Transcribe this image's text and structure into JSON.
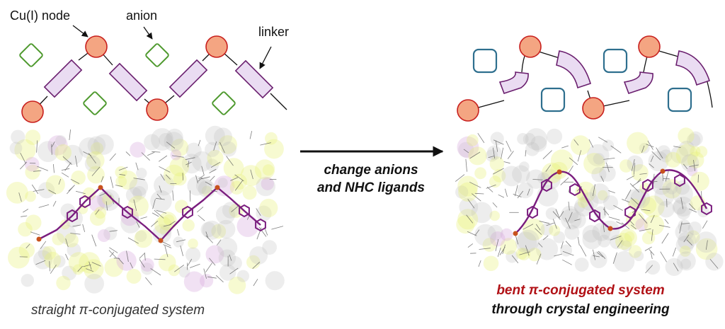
{
  "labels": {
    "cu_node": "Cu(I) node",
    "anion": "anion",
    "linker": "linker"
  },
  "arrow_text": {
    "line1": "change anions",
    "line2": "and NHC ligands"
  },
  "captions": {
    "left": "straight π-conjugated system",
    "right_line1": "bent π-conjugated system",
    "right_line2": "through crystal engineering"
  },
  "colors": {
    "node_fill": "#F4A582",
    "node_stroke": "#C8201E",
    "linker_fill": "#EADCF2",
    "linker_stroke": "#6A1E6E",
    "anion_left": "#4F9A2F",
    "anion_right": "#2E6F8E",
    "highlight_red": "#B11116",
    "chain_purple": "#7A1D7E"
  }
}
